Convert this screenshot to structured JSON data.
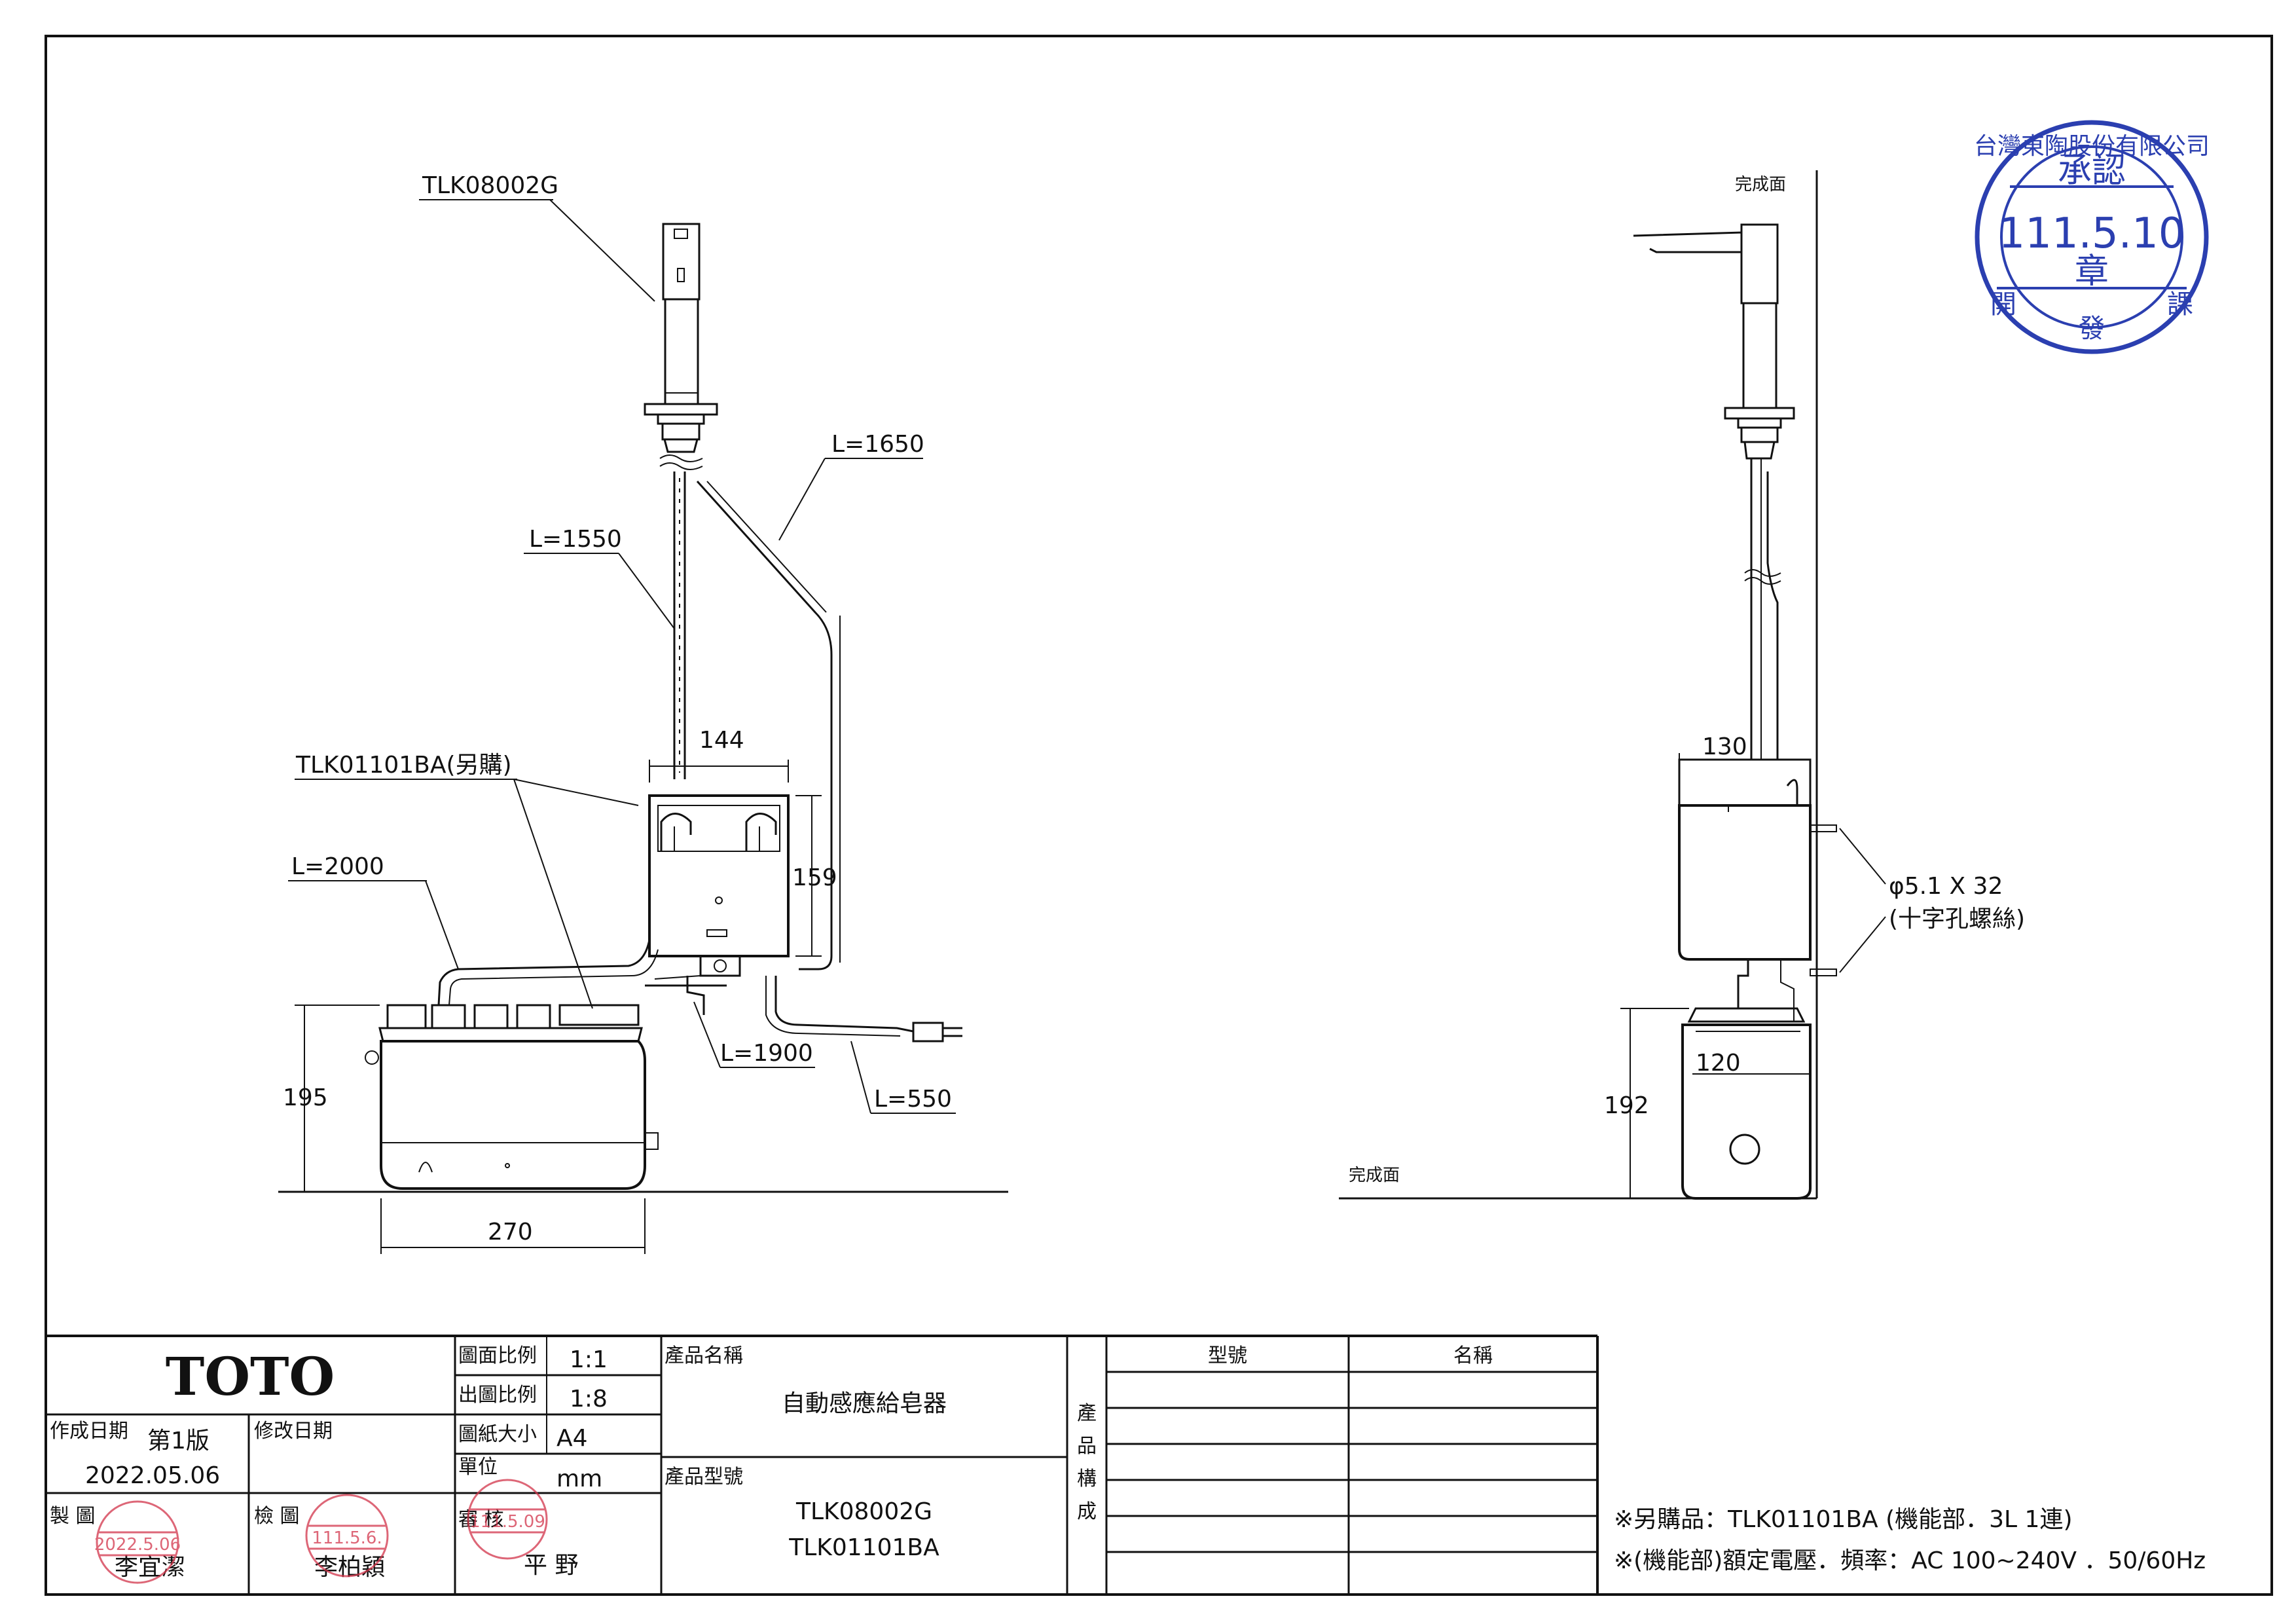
{
  "front_view": {
    "faucet_model": "TLK08002G",
    "cable_a": "L=1650",
    "cable_b": "L=1550",
    "unit_model": "TLK01101BA(另購)",
    "unit_width": "144",
    "unit_height": "159",
    "hose_length": "L=2000",
    "cable_c": "L=1900",
    "cord_length": "L=550",
    "tank_height": "195",
    "tank_width": "270"
  },
  "side_view": {
    "finish_surface_wall": "完成面",
    "finish_surface_floor": "完成面",
    "unit_depth": "130",
    "screw_spec": "φ5.1 X 32",
    "screw_type": "(十字孔螺絲)",
    "tank_depth": "120",
    "tank_height": "192"
  },
  "approval_stamp": {
    "company": "台灣東陶股份有限公司",
    "approve": "承認",
    "date": "111.5.10",
    "seal": "章",
    "dept_left": "開",
    "dept_mid": "發",
    "dept_right": "課"
  },
  "title_block": {
    "logo": "TOTO",
    "scale_label": "圖面比例",
    "scale_value": "1:1",
    "print_scale_label": "出圖比例",
    "print_scale_value": "1:8",
    "paper_label": "圖紙大小",
    "paper_value": "A4",
    "unit_label": "單位",
    "unit_value": "mm",
    "review_label": "審 核",
    "review_name": "平 野",
    "created_label": "作成日期",
    "edition": "第1版",
    "revised_label": "修改日期",
    "created_date": "2022.05.06",
    "drawn_label": "製 圖",
    "drawn_name": "李宜潔",
    "checked_label": "檢 圖",
    "checked_name": "李柏穎",
    "product_name_label": "產品名稱",
    "product_name": "自動感應給皂器",
    "product_model_label": "產品型號",
    "model_1": "TLK08002G",
    "model_2": "TLK01101BA",
    "composition_label_1": "產",
    "composition_label_2": "品",
    "composition_label_3": "構",
    "composition_label_4": "成",
    "col_model": "型號",
    "col_name": "名稱",
    "note_1": "※另購品：TLK01101BA (機能部．3L 1連)",
    "note_2": "※(機能部)額定電壓．頻率：AC 100~240V ．50/60Hz"
  },
  "stamps": {
    "drawn_date": "2022.5.06",
    "checked_date": "111.5.6.",
    "review_date": "111.5.09"
  }
}
